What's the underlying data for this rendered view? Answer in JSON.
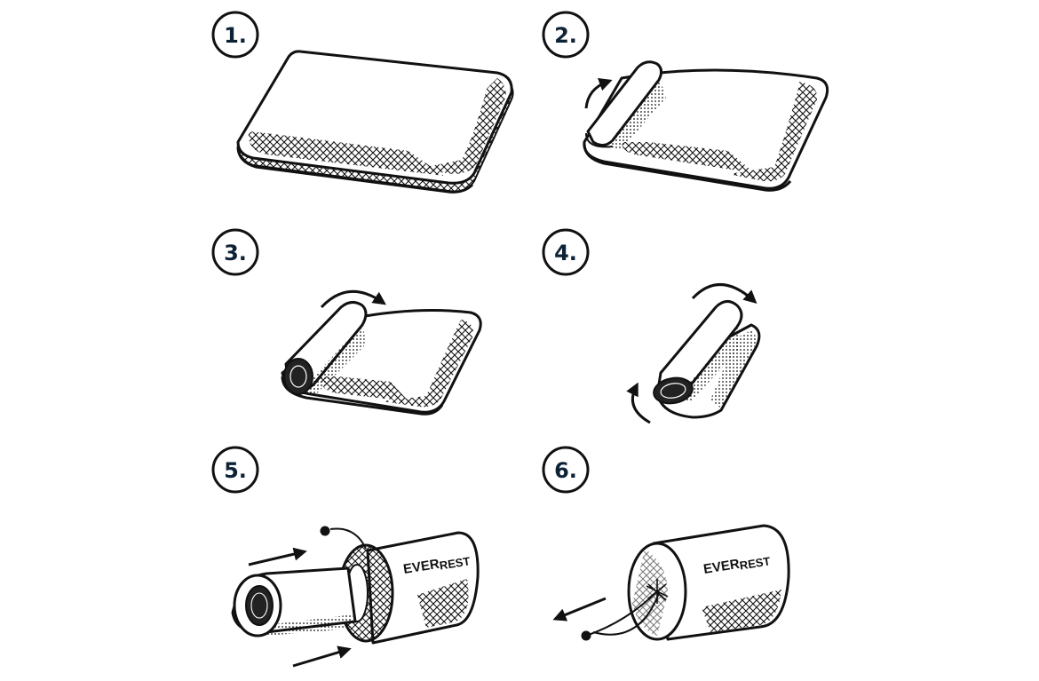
{
  "steps": [
    {
      "label": "1."
    },
    {
      "label": "2."
    },
    {
      "label": "3."
    },
    {
      "label": "4."
    },
    {
      "label": "5."
    },
    {
      "label": "6."
    }
  ],
  "bag": {
    "brand_part1": "EVER",
    "brand_part2": "REST"
  },
  "colors": {
    "badge_text": "#0e2236",
    "line": "#111111",
    "background": "#ffffff"
  }
}
